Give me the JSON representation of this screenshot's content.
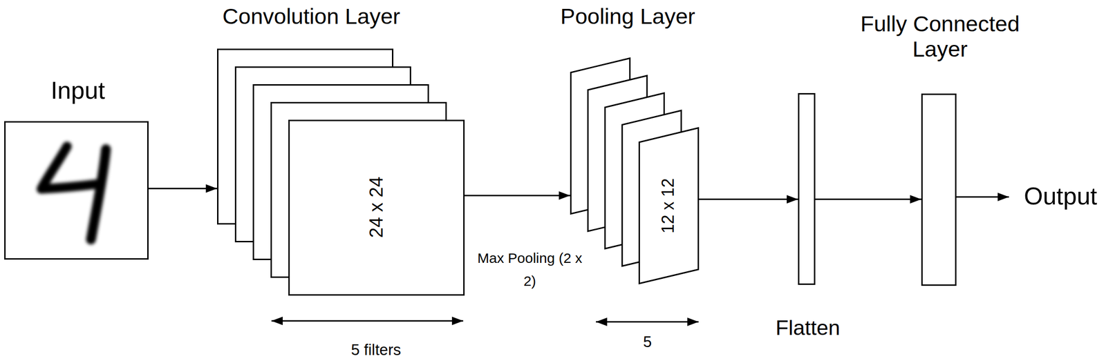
{
  "diagram": {
    "nodes": [
      {
        "text": [
          "Input"
        ]
      },
      {
        "text": [
          "Convolution Layer",
          "24 x 24"
        ]
      },
      {
        "text": [
          "Pooling Layer",
          "12 x 12"
        ]
      },
      {
        "text": [
          "Flatten"
        ]
      },
      {
        "text": [
          "Fully Connected Layer"
        ]
      }
    ],
    "edges": [
      {
        "from": 0,
        "to": 1,
        "arrow": "to"
      },
      {
        "from": 1,
        "to": 2,
        "arrow": "to"
      },
      {
        "from": 2,
        "to": 3,
        "arrow": "to"
      },
      {
        "from": 3,
        "to": 4,
        "arrow": "to"
      }
    ],
    "labels": [
      "5 filters",
      "Max Pooling (2 x 2)",
      "5",
      "Output"
    ]
  }
}
